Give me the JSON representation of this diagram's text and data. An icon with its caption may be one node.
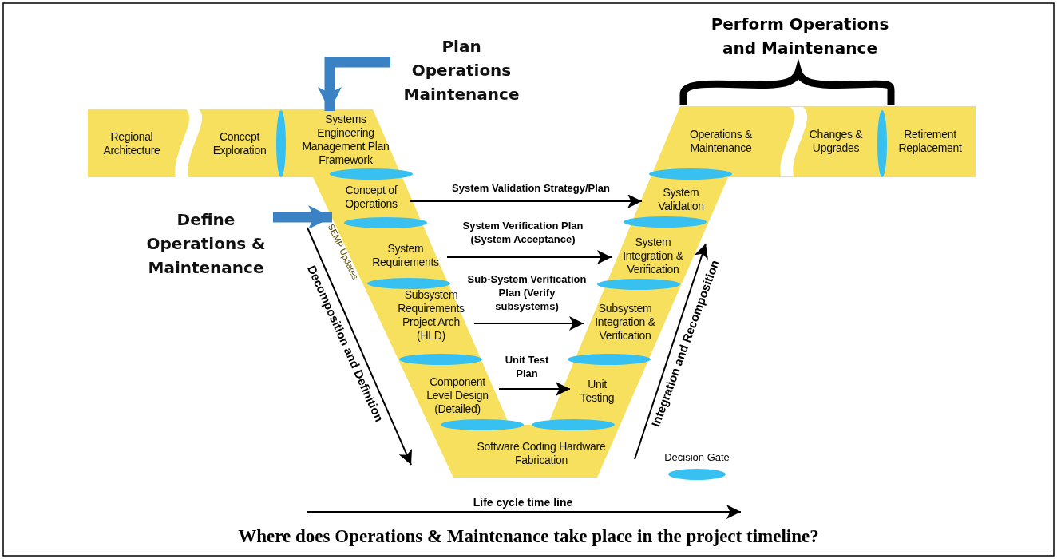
{
  "diagram": {
    "caption": "Where does Operations & Maintenance take place in the project timeline?",
    "nodes": [
      {
        "text": [
          "Regional Architecture"
        ]
      },
      {
        "text": [
          "Concept Exploration"
        ]
      },
      {
        "text": [
          "Systems Engineering Management Plan Framework"
        ]
      },
      {
        "text": [
          "Concept of Operations"
        ]
      },
      {
        "text": [
          "System Requirements"
        ]
      },
      {
        "text": [
          "Subsystem Requirements Project Arch (HLD)"
        ]
      },
      {
        "text": [
          "Component Level Design (Detailed)"
        ]
      },
      {
        "text": [
          "Software Coding Hardware Fabrication"
        ]
      },
      {
        "text": [
          "Unit Testing"
        ]
      },
      {
        "text": [
          "Subsystem Integration & Verification"
        ]
      },
      {
        "text": [
          "System Integration & Verification"
        ]
      },
      {
        "text": [
          "System Validation"
        ]
      },
      {
        "text": [
          "Operations & Maintenance"
        ]
      },
      {
        "text": [
          "Changes & Upgrades"
        ]
      },
      {
        "text": [
          "Retirement Replacement"
        ]
      },
      {
        "text": [
          "Plan Operations Maintenance"
        ]
      },
      {
        "text": [
          "Define Operations & Maintenance"
        ]
      }
    ],
    "edges": [
      {
        "from": 3,
        "to": 11,
        "arrow": "to",
        "label": "System Validation Strategy/Plan"
      },
      {
        "from": 4,
        "to": 10,
        "arrow": "to",
        "label": "System Verification Plan (System Acceptance)"
      },
      {
        "from": 5,
        "to": 9,
        "arrow": "to",
        "label": "Sub-System Verification Plan (Verify subsystems)"
      },
      {
        "from": 6,
        "to": 8,
        "arrow": "to",
        "label": "Unit Test Plan"
      },
      {
        "from": 15,
        "to": 2,
        "arrow": "to",
        "style": "thick",
        "color": "#3b82c4"
      },
      {
        "from": 16,
        "to": 3,
        "arrow": "to",
        "style": "thick",
        "color": "#3b82c4"
      }
    ],
    "labels": [
      "Perform Operations and Maintenance",
      "SEMP Updates",
      "Decomposition and Definition",
      "Integration and Recomposition",
      "Life cycle time line"
    ],
    "legend": [
      {
        "text": "Decision Gate"
      }
    ]
  }
}
